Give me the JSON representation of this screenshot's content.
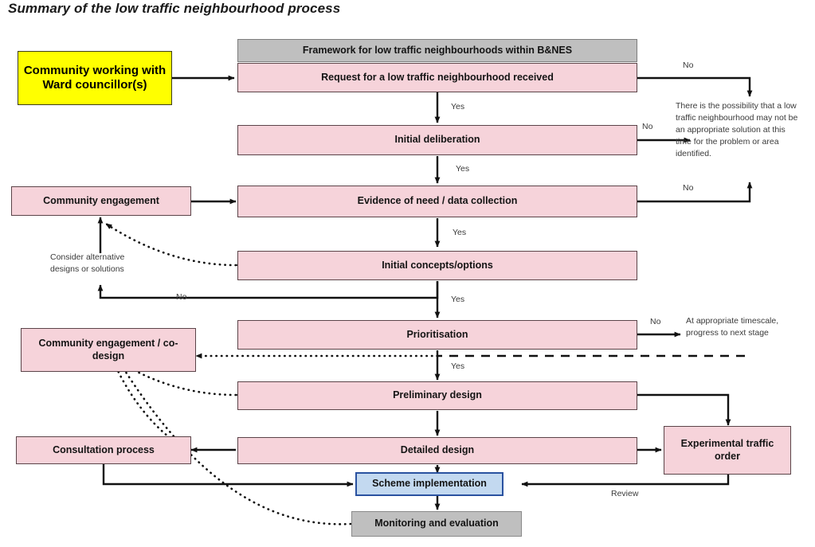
{
  "title": "Summary of the low traffic neighbourhood process",
  "colors": {
    "pink_fill": "#f6d3da",
    "pink_border": "#5b4449",
    "grey_fill": "#bfbfbf",
    "blue_fill": "#c3d9f0",
    "blue_border": "#2a52a0",
    "yellow_fill": "#ffff00",
    "line": "#111111"
  },
  "nodes": {
    "framework": "Framework for low traffic neighbourhoods within B&NES",
    "request": "Request for a low traffic neighbourhood received",
    "initial_deliberation": "Initial deliberation",
    "evidence": "Evidence of need / data collection",
    "initial_concepts": "Initial concepts/options",
    "prioritisation": "Prioritisation",
    "preliminary_design": "Preliminary design",
    "detailed_design": "Detailed design",
    "scheme_implementation": "Scheme implementation",
    "monitoring": "Monitoring and evaluation",
    "community_ward": "Community working with Ward councillor(s)",
    "community_engagement": "Community engagement",
    "community_codesign": "Community engagement / co-design",
    "consultation": "Consultation process",
    "experimental_order": "Experimental traffic order"
  },
  "edge_labels": {
    "yes1": "Yes",
    "yes2": "Yes",
    "yes3": "Yes",
    "yes4": "Yes",
    "yes5": "Yes",
    "no_top": "No",
    "no_deliberation": "No",
    "no_evidence": "No",
    "no_concepts": "No",
    "no_prioritisation": "No",
    "review": "Review",
    "consider_alt": "Consider alternative designs or solutions",
    "not_appropriate": "There is the possibility that a low traffic neighbourhood may not be an appropriate solution at this time for the problem or area identified.",
    "timescale": "At appropriate timescale, progress to next stage"
  },
  "chart_data": {
    "type": "diagram",
    "title": "Summary of the low traffic neighbourhood process",
    "flow": [
      "Framework for low traffic neighbourhoods within B&NES",
      "Request for a low traffic neighbourhood received",
      "Initial deliberation",
      "Evidence of need / data collection",
      "Initial concepts/options",
      "Prioritisation",
      "Preliminary design",
      "Detailed design",
      "Scheme implementation",
      "Monitoring and evaluation"
    ],
    "side_nodes": [
      "Community working with Ward councillor(s)",
      "Community engagement",
      "Community engagement / co-design",
      "Consultation process",
      "Experimental traffic order"
    ]
  }
}
